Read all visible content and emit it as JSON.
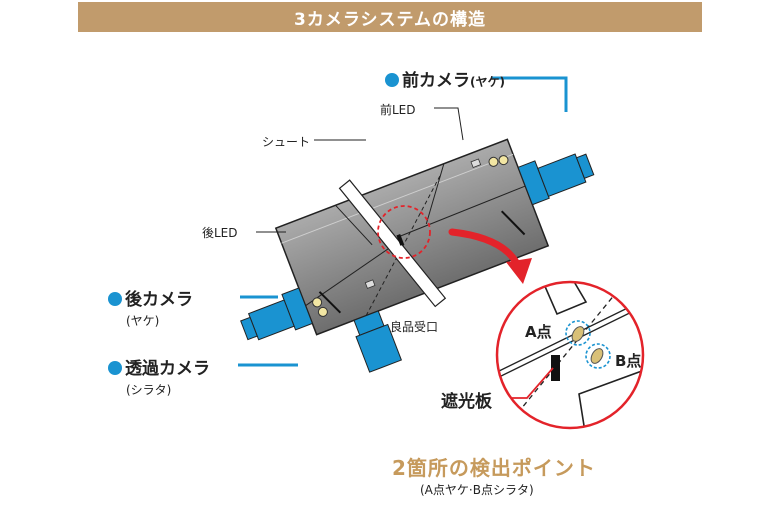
{
  "title": "3カメラシステムの構造",
  "labels": {
    "front_camera": "前カメラ",
    "front_camera_sub": "(ヤケ)",
    "front_led": "前LED",
    "chute": "シュート",
    "rear_led": "後LED",
    "rear_camera": "後カメラ",
    "rear_camera_sub": "(ヤケ)",
    "trans_camera": "透過カメラ",
    "trans_camera_sub": "(シラタ)",
    "good_receiver": "良品受口",
    "point_a": "A点",
    "point_b": "B点",
    "shield": "遮光板",
    "detect_title": "2箇所の検出ポイント",
    "detect_note": "(A点ヤケ·B点シラタ)"
  },
  "colors": {
    "header": "#c19b6c",
    "camera_blue": "#1a93d1",
    "body_gray": "#8c8c8c",
    "zoom_red": "#e3232a",
    "detect_text": "#c69a5c",
    "led": "#f2e6a3"
  }
}
